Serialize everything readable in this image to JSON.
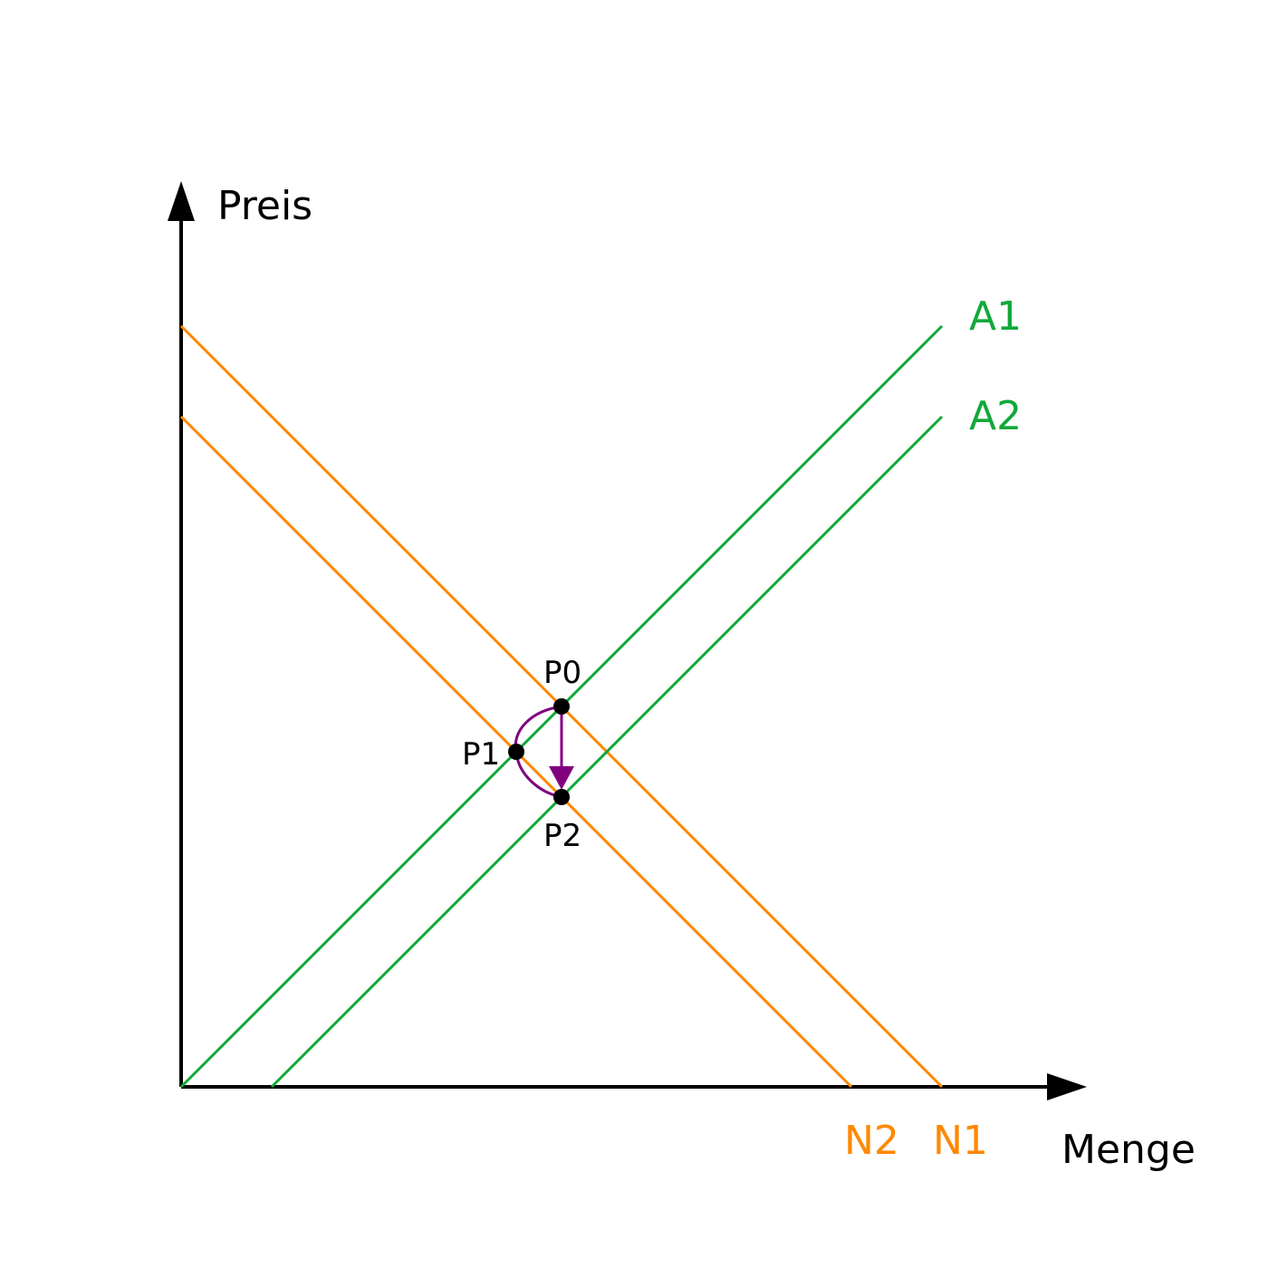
{
  "axes": {
    "y_label": "Preis",
    "x_label": "Menge"
  },
  "colors": {
    "supply": "#12a83a",
    "demand": "#ff8800",
    "shift": "#800080",
    "axis": "#000000",
    "point": "#000000"
  },
  "curves": {
    "supply": [
      {
        "label": "A1"
      },
      {
        "label": "A2"
      }
    ],
    "demand": [
      {
        "label": "N1"
      },
      {
        "label": "N2"
      }
    ]
  },
  "points": [
    {
      "label": "P0"
    },
    {
      "label": "P1"
    },
    {
      "label": "P2"
    }
  ]
}
